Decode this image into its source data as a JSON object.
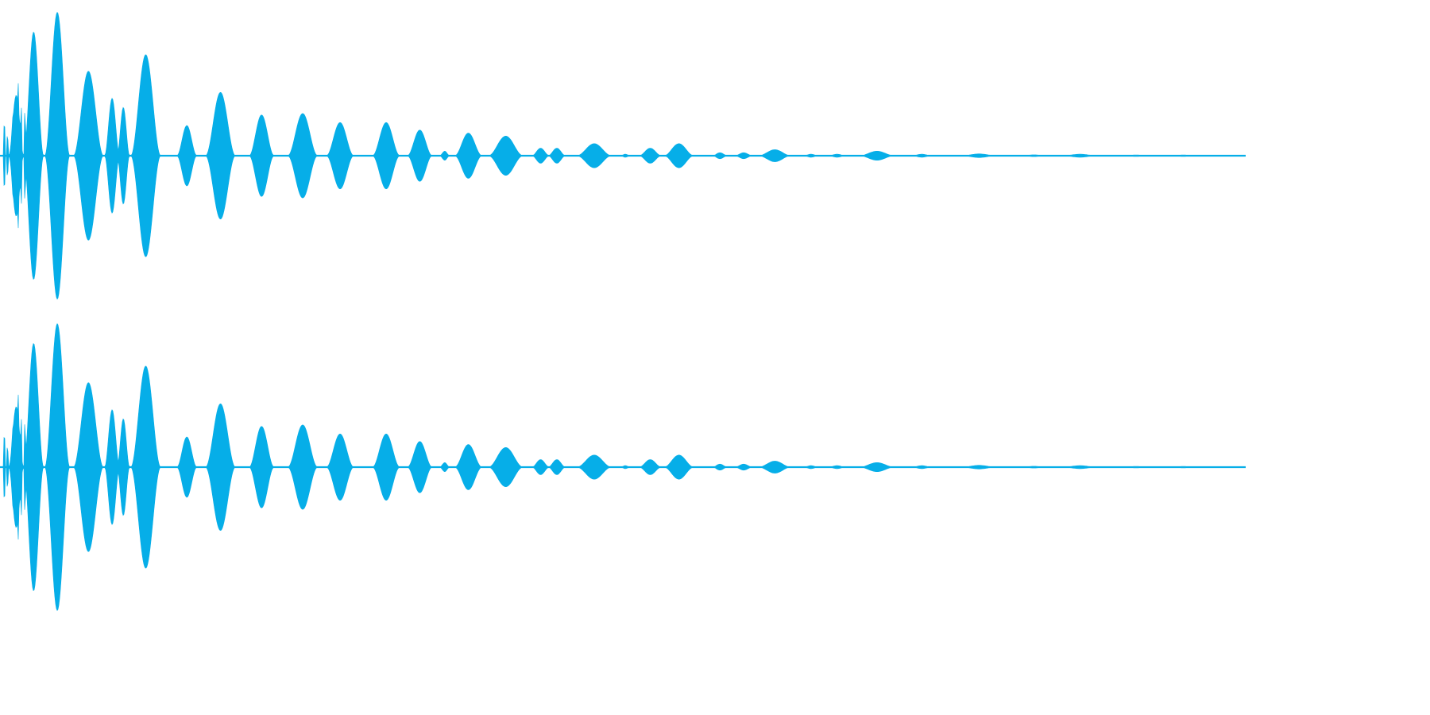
{
  "waveform": {
    "color": "#06aee8",
    "channel_count": 2,
    "envelope": {
      "peak_amplitude": 0.95,
      "lobes": [
        {
          "center": 0.013,
          "amp": 0.4,
          "width": 0.006
        },
        {
          "center": 0.027,
          "amp": 0.82,
          "width": 0.008
        },
        {
          "center": 0.046,
          "amp": 0.95,
          "width": 0.01
        },
        {
          "center": 0.071,
          "amp": 0.56,
          "width": 0.012
        },
        {
          "center": 0.09,
          "amp": 0.38,
          "width": 0.006
        },
        {
          "center": 0.099,
          "amp": 0.32,
          "width": 0.005
        },
        {
          "center": 0.117,
          "amp": 0.67,
          "width": 0.012
        },
        {
          "center": 0.15,
          "amp": 0.2,
          "width": 0.008
        },
        {
          "center": 0.177,
          "amp": 0.42,
          "width": 0.012
        },
        {
          "center": 0.21,
          "amp": 0.27,
          "width": 0.01
        },
        {
          "center": 0.243,
          "amp": 0.28,
          "width": 0.012
        },
        {
          "center": 0.273,
          "amp": 0.22,
          "width": 0.011
        },
        {
          "center": 0.31,
          "amp": 0.22,
          "width": 0.011
        },
        {
          "center": 0.337,
          "amp": 0.17,
          "width": 0.01
        },
        {
          "center": 0.357,
          "amp": 0.03,
          "width": 0.004
        },
        {
          "center": 0.376,
          "amp": 0.15,
          "width": 0.011
        },
        {
          "center": 0.406,
          "amp": 0.13,
          "width": 0.014
        },
        {
          "center": 0.434,
          "amp": 0.05,
          "width": 0.007
        },
        {
          "center": 0.447,
          "amp": 0.05,
          "width": 0.007
        },
        {
          "center": 0.477,
          "amp": 0.08,
          "width": 0.014
        },
        {
          "center": 0.502,
          "amp": 0.01,
          "width": 0.004
        },
        {
          "center": 0.522,
          "amp": 0.05,
          "width": 0.009
        },
        {
          "center": 0.545,
          "amp": 0.08,
          "width": 0.012
        },
        {
          "center": 0.578,
          "amp": 0.02,
          "width": 0.006
        },
        {
          "center": 0.597,
          "amp": 0.02,
          "width": 0.007
        },
        {
          "center": 0.622,
          "amp": 0.04,
          "width": 0.013
        },
        {
          "center": 0.651,
          "amp": 0.01,
          "width": 0.006
        },
        {
          "center": 0.672,
          "amp": 0.01,
          "width": 0.007
        },
        {
          "center": 0.704,
          "amp": 0.03,
          "width": 0.014
        },
        {
          "center": 0.74,
          "amp": 0.01,
          "width": 0.008
        },
        {
          "center": 0.786,
          "amp": 0.012,
          "width": 0.014
        },
        {
          "center": 0.83,
          "amp": 0.006,
          "width": 0.01
        },
        {
          "center": 0.867,
          "amp": 0.01,
          "width": 0.014
        },
        {
          "center": 0.912,
          "amp": 0.005,
          "width": 0.01
        },
        {
          "center": 0.95,
          "amp": 0.005,
          "width": 0.01
        }
      ],
      "spikes": [
        {
          "pos": 0.0035,
          "amp": 0.3
        },
        {
          "pos": 0.006,
          "amp": 0.18
        },
        {
          "pos": 0.01,
          "amp": 0.33
        },
        {
          "pos": 0.0145,
          "amp": 0.59
        },
        {
          "pos": 0.017,
          "amp": 0.42
        },
        {
          "pos": 0.02,
          "amp": 0.38
        }
      ]
    }
  }
}
